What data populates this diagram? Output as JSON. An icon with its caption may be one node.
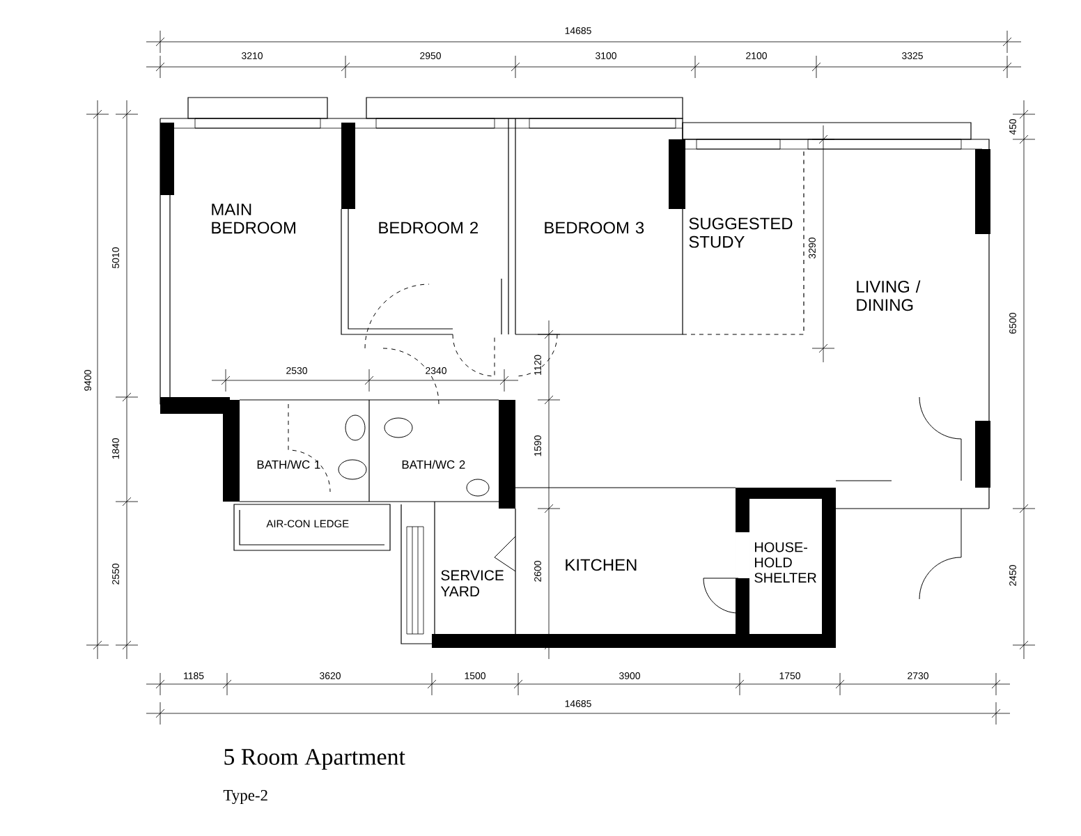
{
  "diagram": {
    "title": "5 Room Apartment",
    "caption": "Type-2",
    "nodes": [
      {
        "text": [
          "MAIN BEDROOM"
        ]
      },
      {
        "text": [
          "BEDROOM 2"
        ]
      },
      {
        "text": [
          "BEDROOM 3"
        ]
      },
      {
        "text": [
          "SUGGESTED STUDY"
        ]
      },
      {
        "text": [
          "LIVING / DINING"
        ]
      },
      {
        "text": [
          "BATH/WC 1"
        ]
      },
      {
        "text": [
          "BATH/WC 2"
        ]
      },
      {
        "text": [
          "AIR-CON LEDGE"
        ]
      },
      {
        "text": [
          "SERVICE YARD"
        ]
      },
      {
        "text": [
          "KITCHEN"
        ]
      },
      {
        "text": [
          "HOUSE- HOLD SHELTER"
        ]
      }
    ],
    "edges": [],
    "labels": [
      "14685",
      "3210",
      "2950",
      "3100",
      "2100",
      "3325",
      "450",
      "5010",
      "9400",
      "3290",
      "6500",
      "2530",
      "2340",
      "1120",
      "1840",
      "1590",
      "2550",
      "2600",
      "2450",
      "1185",
      "3620",
      "1500",
      "3900",
      "1750",
      "2730",
      "14685"
    ]
  }
}
